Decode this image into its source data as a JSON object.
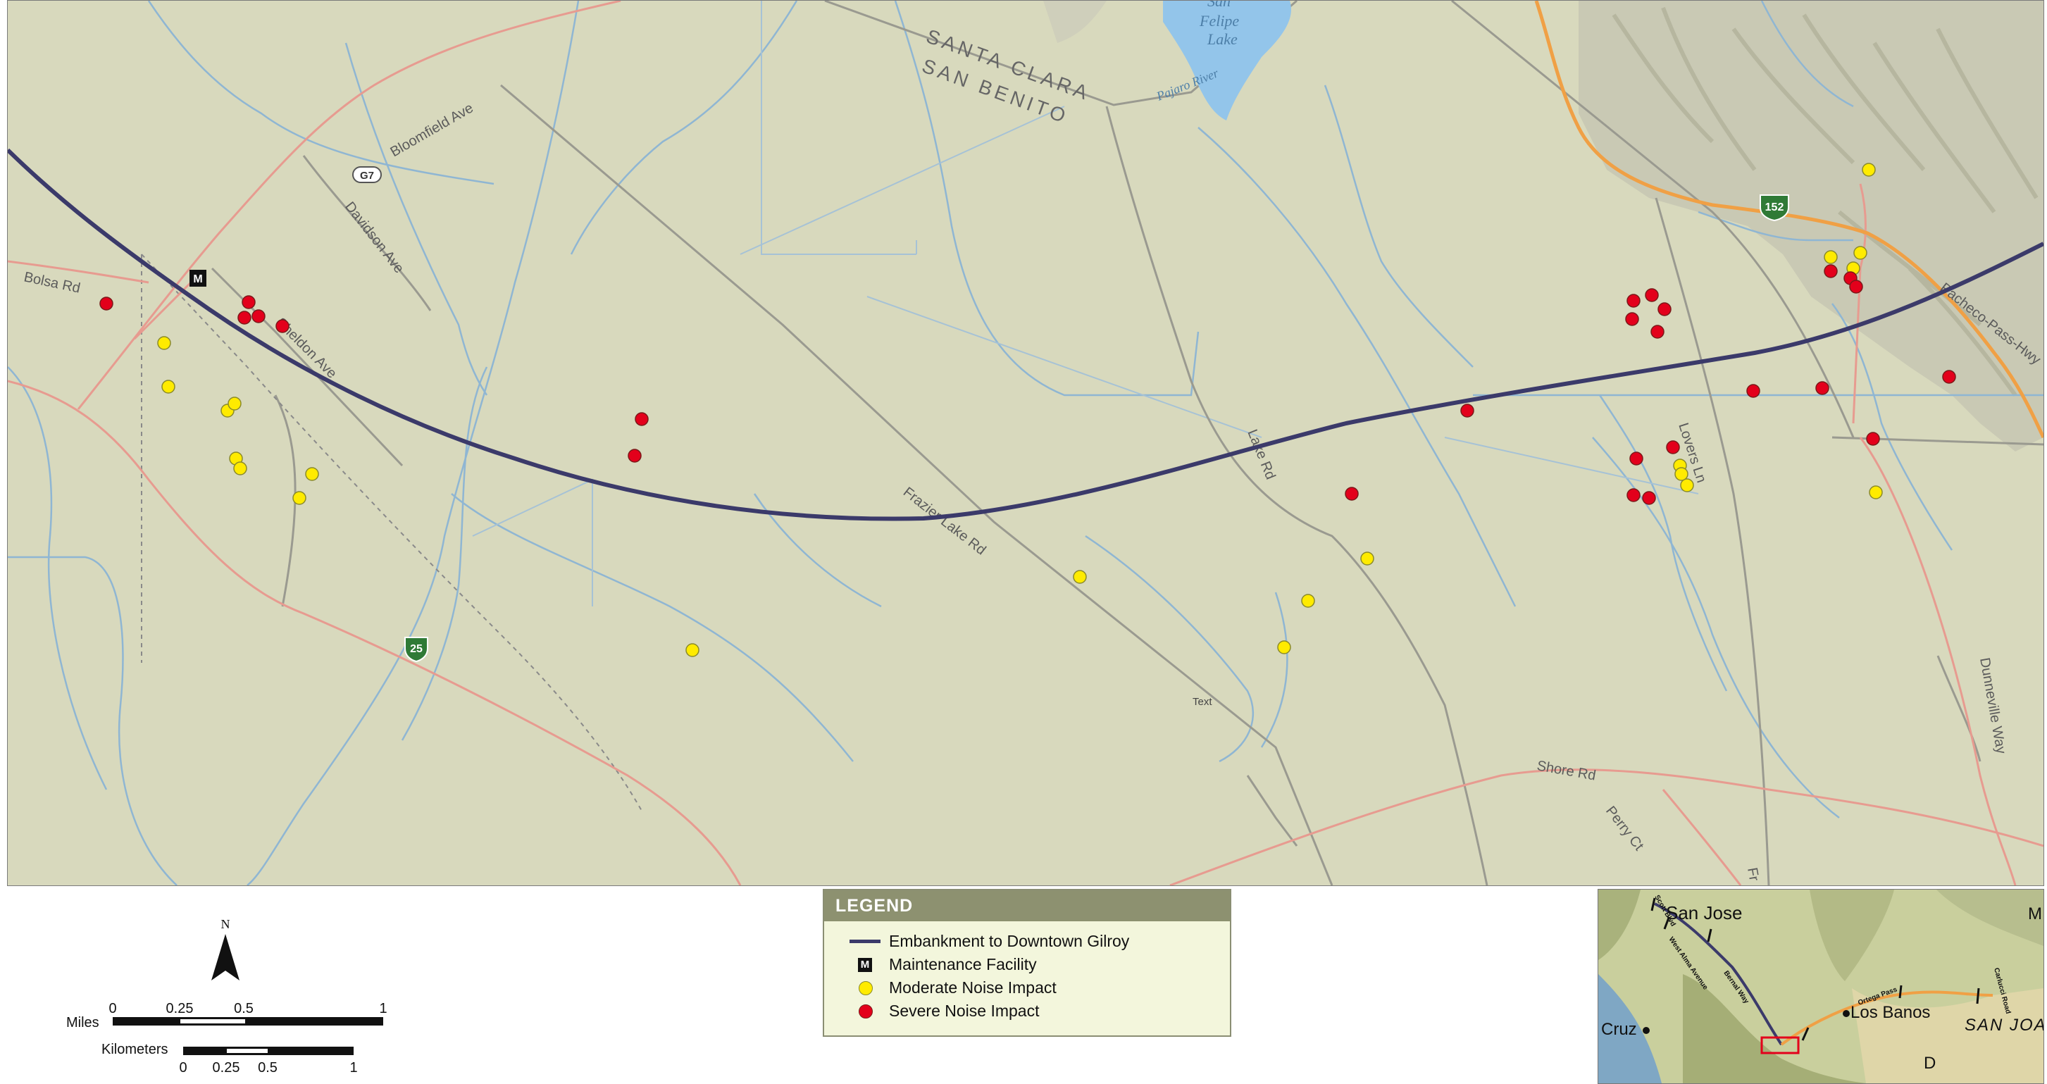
{
  "map": {
    "road_labels": {
      "bolsa_rd": "Bolsa Rd",
      "bloomfield_ave": "Bloomfield Ave",
      "davidson_ave": "Davidson Ave",
      "sheldon_ave": "Sheldon Ave",
      "frazier_lake_rd": "Frazier Lake Rd",
      "lake_rd": "Lake Rd",
      "lovers_ln": "Lovers Ln",
      "shore_rd": "Shore Rd",
      "perry_ct": "Perry Ct",
      "dunneville_way": "Dunneville Way",
      "pacheco_pass_hwy": "Pacheco-Pass-Hwy",
      "fr_partial": "Fr"
    },
    "county_labels": {
      "north": "SANTA CLARA",
      "south": "SAN BENITO"
    },
    "water_labels": {
      "lake_1": "San",
      "lake_2": "Felipe",
      "lake_3": "Lake",
      "river": "Pajaro River"
    },
    "shields": {
      "g7": "G7",
      "sr25": "25",
      "sr152": "152"
    },
    "facility_marker": "M",
    "placeholder_text": "Text",
    "colors": {
      "land": "#d8d9bd",
      "alignment": "#3b3a6a",
      "moderate": "#ffeb00",
      "severe": "#e3001b",
      "water": "#93c5ea",
      "road": "#e79b90",
      "highway": "#f0a045"
    }
  },
  "legend": {
    "title": "LEGEND",
    "items": [
      {
        "symbol": "line",
        "label": "Embankment to Downtown Gilroy"
      },
      {
        "symbol": "facility",
        "label": "Maintenance Facility"
      },
      {
        "symbol": "moderate",
        "label": "Moderate Noise Impact"
      },
      {
        "symbol": "severe",
        "label": "Severe Noise Impact"
      }
    ]
  },
  "scale_bar": {
    "north": "N",
    "miles_label": "Miles",
    "miles_ticks": [
      "0",
      "0.25",
      "0.5",
      "1"
    ],
    "km_label": "Kilometers",
    "km_ticks": [
      "0",
      "0.25",
      "0.5",
      "1"
    ]
  },
  "inset": {
    "labels": {
      "san_jose": "San Jose",
      "santa_cruz_partial": "Cruz",
      "los_banos": "Los Banos",
      "san_joaquin_partial": "SAN JOA",
      "west_alma": "West Alma Avenue",
      "bernal_way": "Bernal Way",
      "carlucci_road": "Carlucci Road",
      "ortega": "Ortega Pass",
      "scott_blvd": "Scott Blvd",
      "m_partial": "M",
      "d_partial": "D"
    }
  }
}
